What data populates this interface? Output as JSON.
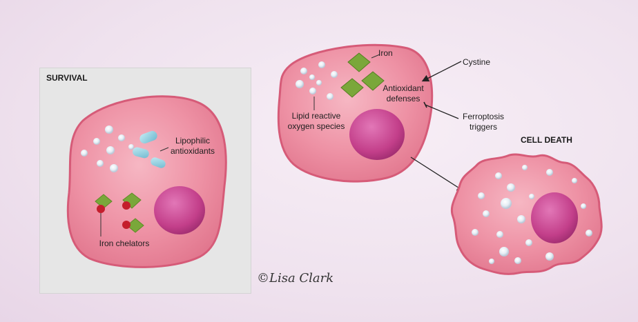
{
  "survival_title": "SURVIVAL",
  "cell_death_title": "CELL DEATH",
  "labels": {
    "lipophilic_antioxidants": "Lipophilic\nantioxidants",
    "iron_chelators": "Iron chelators",
    "iron": "Iron",
    "cystine": "Cystine",
    "antioxidant_defenses": "Antioxidant\ndefenses",
    "lipid_ros": "Lipid reactive\noxygen species",
    "ferroptosis_triggers": "Ferroptosis\ntriggers"
  },
  "signature": "©Lisa Clark",
  "colors": {
    "cell_membrane": "#d9607c",
    "cell_fill": "#ef93a6",
    "nucleus": "#c23f8a",
    "iron_green": "#7aa73a",
    "chelator_red": "#c41d2c",
    "antioxidant_blue": "#8dcfe0",
    "background_panel": "#e6e6e6"
  }
}
